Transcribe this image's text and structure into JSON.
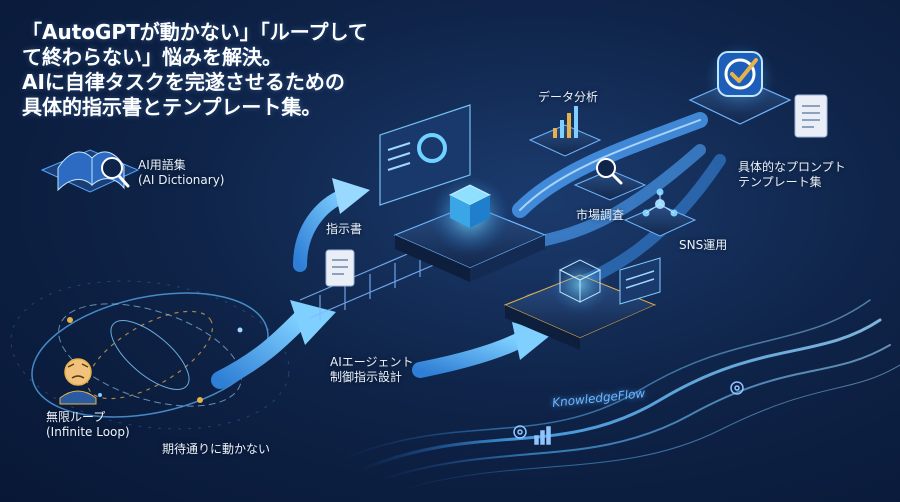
{
  "headline": {
    "line1": "「AutoGPTが動かない」「ループして",
    "line2": "て終わらない」悩みを解決。",
    "line3": "AIに自律タスクを完遂させるための",
    "line4": "具体的指示書とテンプレート集。"
  },
  "labels": {
    "glossary_line1": "AI用語集",
    "glossary_line2": "(AI Dictionary)",
    "instructions": "指示書",
    "data_analysis": "データ分析",
    "market_research": "市場調査",
    "sns": "SNS運用",
    "prompt_templates_line1": "具体的なプロンプト",
    "prompt_templates_line2": "テンプレート集",
    "agent_design_line1": "AIエージェント",
    "agent_design_line2": "制御指示設計",
    "infinite_loop_line1": "無限ループ",
    "infinite_loop_line2": "(Infinite Loop)",
    "not_working": "期待通りに動かない",
    "brand": "KnowledgeFlow"
  },
  "icons": {
    "glossary": "book-magnifier-icon",
    "instructions": "scroll-icon",
    "analysis": "bar-chart-icon",
    "research": "magnifier-icon",
    "sns": "network-icon",
    "templates": "document-icon",
    "goal": "checkmark-badge-icon",
    "person": "stressed-person-icon",
    "gear": "gear-icon"
  },
  "colors": {
    "glow": "#4fb3ff",
    "accent": "#7fd0ff",
    "gold": "#e8b24a",
    "text": "#eaf3ff"
  }
}
